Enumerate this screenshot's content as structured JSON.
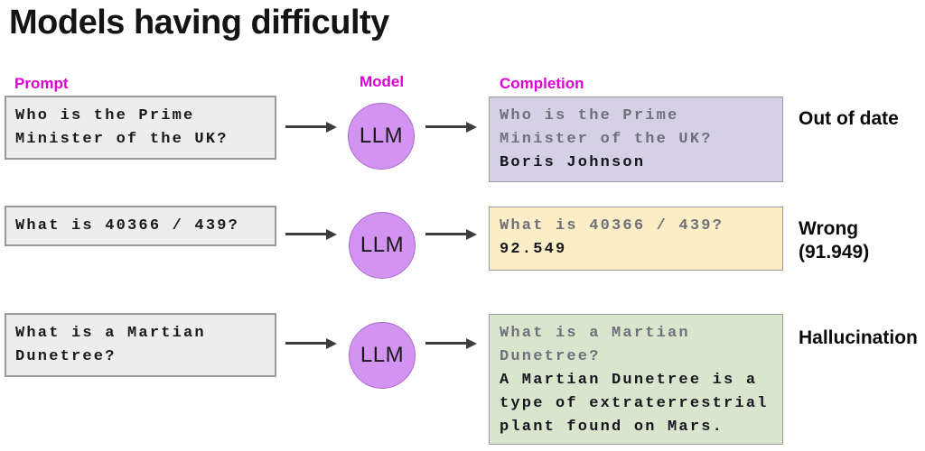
{
  "title": "Models having difficulty",
  "columns": {
    "prompt": "Prompt",
    "model": "Model",
    "completion": "Completion"
  },
  "colors": {
    "header": "#DC00D4",
    "model_fill": "#D393F0",
    "prompt_box_bg": "#EDEDED",
    "arrow": "#3D3D3D",
    "completion_bg_out_of_date": "#D5D0E6",
    "completion_bg_wrong": "#FBEDC5",
    "completion_bg_hallucination": "#D8E6CE"
  },
  "rows": [
    {
      "prompt": "Who is the Prime\nMinister of the UK?",
      "model_label": "LLM",
      "completion_echo": "Who is the Prime\nMinister of the UK?",
      "completion_answer": "Boris Johnson",
      "completion_bg": "#D5D0E6",
      "label": "Out of date"
    },
    {
      "prompt": "What is 40366 / 439?",
      "model_label": "LLM",
      "completion_echo": "What is 40366 / 439?",
      "completion_answer": "92.549",
      "completion_bg": "#FBEDC5",
      "label": "Wrong\n(91.949)"
    },
    {
      "prompt": "What is a Martian\nDunetree?",
      "model_label": "LLM",
      "completion_echo": "What is a Martian\nDunetree?",
      "completion_answer": "A Martian Dunetree is a\ntype of extraterrestrial\nplant found on Mars.",
      "completion_bg": "#D8E6CE",
      "label": "Hallucination"
    }
  ]
}
